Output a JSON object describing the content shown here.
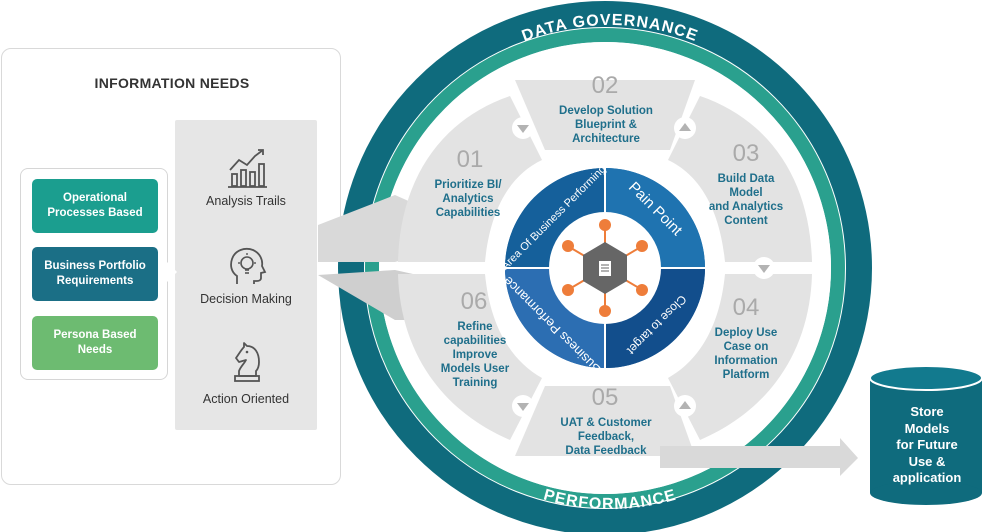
{
  "info_needs": {
    "title": "INFORMATION NEEDS",
    "needs": [
      {
        "label": "Operational Processes Based",
        "color": "#1b9e8f"
      },
      {
        "label": "Business Portfolio Requirements",
        "color": "#1b6f86"
      },
      {
        "label": "Persona Based Needs",
        "color": "#6dbb71"
      }
    ],
    "trails": [
      {
        "label": "Analysis Trails",
        "icon": "bar-chart-trend-icon"
      },
      {
        "label": "Decision Making",
        "icon": "head-lightbulb-icon"
      },
      {
        "label": "Action Oriented",
        "icon": "chess-knight-icon"
      }
    ]
  },
  "ring": {
    "top_label": "DATA GOVERNANCE",
    "bottom_label": "PERFORMANCE",
    "outer_color": "#0f6b7d",
    "inner_color": "#2aa08e"
  },
  "steps": [
    {
      "num": "01",
      "lines": [
        "Prioritize BI/",
        "Analytics",
        "Capabilities"
      ]
    },
    {
      "num": "02",
      "lines": [
        "Develop Solution",
        "Blueprint &",
        "Architecture"
      ]
    },
    {
      "num": "03",
      "lines": [
        "Build Data",
        "Model",
        "and Analytics",
        "Content"
      ]
    },
    {
      "num": "04",
      "lines": [
        "Deploy Use",
        "Case on",
        "Information",
        "Platform"
      ]
    },
    {
      "num": "05",
      "lines": [
        "UAT & Customer",
        "Feedback,",
        "Data Feedback"
      ]
    },
    {
      "num": "06",
      "lines": [
        "Refine",
        "capabilities",
        "Improve",
        "Models User",
        "Training"
      ]
    }
  ],
  "center": {
    "segments": [
      "Pain Point",
      "Close to target",
      "Business Performance",
      "Area Of Business Performing"
    ],
    "colors": [
      "#1f6fa6",
      "#114f8a",
      "#2a6cb0",
      "#135f9a"
    ]
  },
  "store": {
    "lines": [
      "Store",
      "Models",
      "for Future",
      "Use &",
      "application"
    ],
    "color": "#0f6b7d"
  }
}
